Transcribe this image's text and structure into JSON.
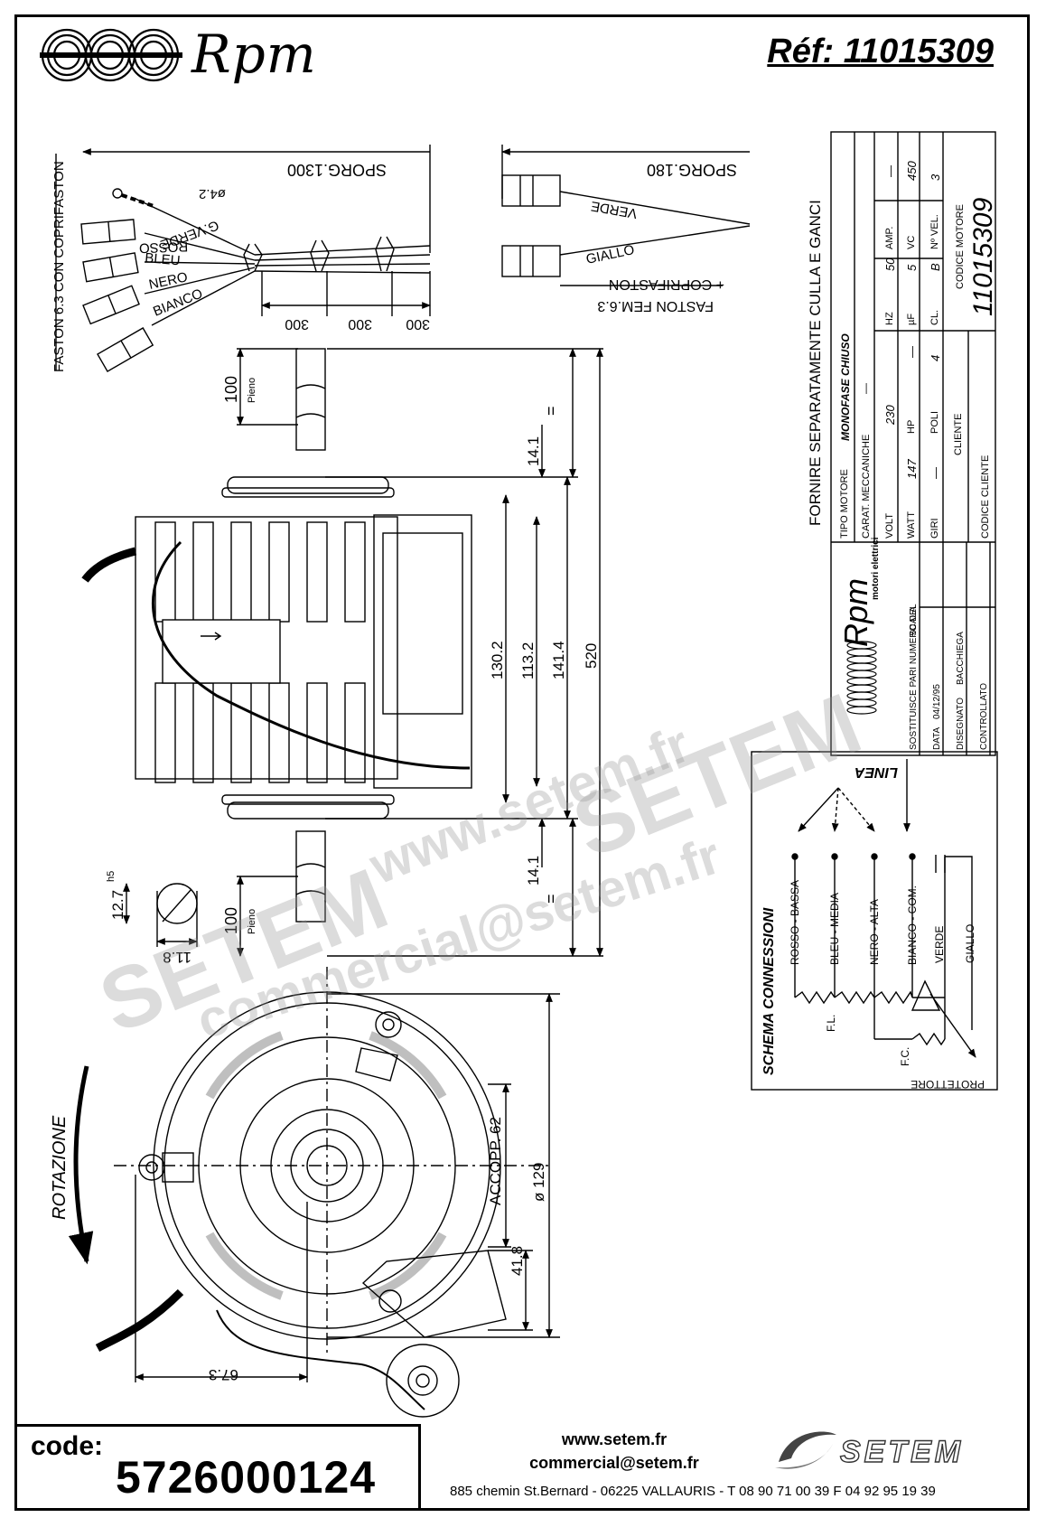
{
  "header": {
    "brand": "Rpm",
    "reference": "Réf: 11015309"
  },
  "cables": {
    "fast_note": "FASTON 6.3 CON COPRIFASTON",
    "sporg_1300": "SPORG.1300",
    "diameter_42": "ø4.2",
    "wire_g_verde": "G.VERDE",
    "wire_rosso": "ROSSO",
    "wire_bleu": "BLEU",
    "wire_nero": "NERO",
    "wire_bianco": "BIANCO",
    "dim_300_a": "300",
    "dim_300_b": "300",
    "dim_300_c": "300",
    "sporg_180": "SPORG.180",
    "wire_verde": "VERDE",
    "wire_giallo": "GIALLO",
    "faston_fem": "FASTON FEM.6.3",
    "coprifaston": "+ COPRIFASTON"
  },
  "side_view": {
    "shaft_len_top": "100",
    "pieno_top": "Pieno",
    "dim_14_1_top": "14.1",
    "dim_130_2": "130.2",
    "dim_113_2": "113.2",
    "dim_141_4": "141.4",
    "dim_520": "520",
    "dim_14_1_bottom": "14.1",
    "shaft_len_bottom": "100",
    "pieno_bottom": "Pieno",
    "equal_sign": "=",
    "shaft_diameter": "12.7",
    "shaft_tolerance": "h5",
    "shaft_flat": "11.8"
  },
  "front_view": {
    "rotation": "ROTAZIONE",
    "accopp": "ACCOPP. 62",
    "diameter": "ø 129",
    "dim_41_8": "41.8",
    "dim_67_3": "67.3"
  },
  "spec_table": {
    "note": "FORNIRE SEPARATAMENTE CULLA E GANCI",
    "tipo_motore_label": "TIPO MOTORE",
    "tipo_motore_value": "MONOFASE CHIUSO",
    "carat_label": "CARAT. MECCANICHE",
    "carat_value": "—",
    "volt_label": "VOLT",
    "volt_value": "230",
    "hz_label": "HZ",
    "hz_value": "50",
    "amp_label": "AMP.",
    "amp_value": "—",
    "watt_label": "WATT",
    "watt_value": "147",
    "hp_label": "HP",
    "hp_value": "—",
    "uf_label": "µF",
    "uf_value": "5",
    "vc_label": "VC",
    "vc_value": "450",
    "giri_label": "GIRI",
    "giri_value": "—",
    "poli_label": "POLI",
    "poli_value": "4",
    "cl_label": "CL.",
    "cl_value": "B",
    "vel_label": "Nº VEL.",
    "vel_value": "3",
    "cliente_label": "CLIENTE",
    "codice_motore_label": "CODICE MOTORE",
    "codice_motore_value": "11015309",
    "codice_cliente_label": "CODICE CLIENTE",
    "logo_brand": "Rpm",
    "logo_sub": "motori elettrici",
    "sostituisce": "SOSTITUISCE PARI NUMERO DEL",
    "scala": "SCALA",
    "data_label": "DATA",
    "data_value": "04/12/95",
    "disegnato_label": "DISEGNATO",
    "disegnato_value": "BACCHIEGA",
    "controllato_label": "CONTROLLATO"
  },
  "schema": {
    "title": "SCHEMA CONNESSIONI",
    "linea": "LINEA",
    "rosso_bassa": "ROSSO - BASSA",
    "bleu_media": "BLEU - MEDIA",
    "nero_alta": "NERO - ALTA",
    "bianco_com": "BIANCO - COM.",
    "verde": "VERDE",
    "giallo": "GIALLO",
    "fl": "F.L.",
    "fc": "F.C.",
    "protettore": "PROTETTORE"
  },
  "watermark": {
    "site_1": "www.setem.fr",
    "brand_1": "SETEM",
    "site_2": "SETEM",
    "email": "commercial@setem.fr"
  },
  "footer": {
    "code_label": "code:",
    "code_value": "5726000124",
    "website": "www.setem.fr",
    "email": "commercial@setem.fr",
    "address": "885 chemin St.Bernard  -  06225 VALLAURIS  -  T 08 90 71 00 39  F 04 92 95 19 39",
    "company": "SETEM"
  }
}
